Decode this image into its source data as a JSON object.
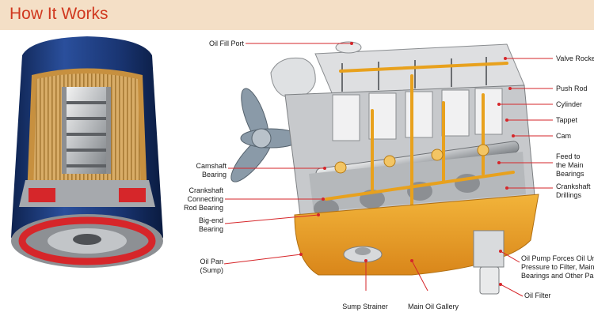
{
  "header": {
    "title": "How It Works"
  },
  "labels": {
    "oil_fill_port": "Oil Fill Port",
    "camshaft_bearing": [
      "Camshaft",
      "Bearing"
    ],
    "crankshaft_connecting_rod_bearing": [
      "Crankshaft",
      "Connecting",
      "Rod Bearing"
    ],
    "big_end_bearing": [
      "Big-end",
      "Bearing"
    ],
    "oil_pan": [
      "Oil Pan",
      "(Sump)"
    ],
    "sump_strainer": "Sump Strainer",
    "main_oil_gallery": "Main Oil Gallery",
    "valve_rocker": "Valve Rocker",
    "push_rod": "Push Rod",
    "cylinder": "Cylinder",
    "tappet": "Tappet",
    "cam": "Cam",
    "feed_to_main_bearings": [
      "Feed to",
      "the Main",
      "Bearings"
    ],
    "crankshaft_drillings": [
      "Crankshaft",
      "Drillings"
    ],
    "oil_pump": [
      "Oil Pump Forces Oil Under",
      "Pressure to Filter, Main",
      "Bearings and Other Parts"
    ],
    "oil_filter": "Oil Filter"
  },
  "colors": {
    "header_bg": "#f4dfc6",
    "title": "#d0381f",
    "leader": "#d6262a",
    "oil": "#e8a11d",
    "filter_blue": "#1f3f82",
    "media_tan": "#d4a760"
  }
}
